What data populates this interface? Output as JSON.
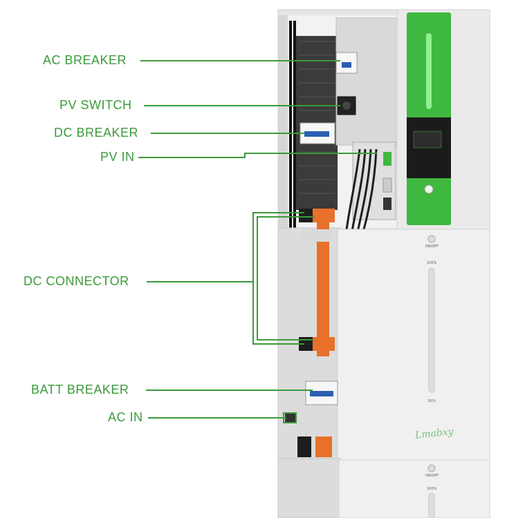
{
  "labels": {
    "ac_breaker": "AC BREAKER",
    "pv_switch": "PV SWITCH",
    "dc_breaker": "DC BREAKER",
    "pv_in": "PV IN",
    "dc_connector": "DC CONNECTOR",
    "batt_breaker": "BATT BREAKER",
    "ac_in": "AC IN"
  },
  "watermark": "Lmabxy",
  "battery_panels": [
    {
      "switch_label": "ON/OFF",
      "level_top": "100%",
      "level_bottom": "50%"
    },
    {
      "switch_label": "ON/OFF",
      "level_top": "100%"
    }
  ],
  "colors": {
    "callout": "#3a9a3a",
    "brand_green": "#3fb83f",
    "connector_orange": "#e8702a",
    "breaker_blue": "#2c5fb0"
  }
}
